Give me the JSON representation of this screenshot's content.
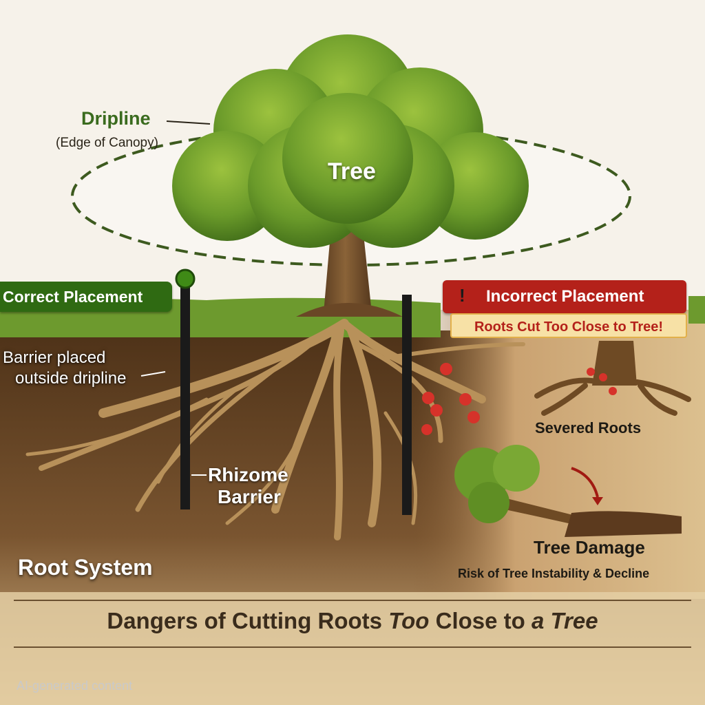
{
  "dripline": {
    "label": "Dripline",
    "sublabel": "(Edge of Canopy)"
  },
  "tree_label": "Tree",
  "correct": {
    "badge": "Correct Placement",
    "note_line1": "Barrier placed",
    "note_line2": "outside dripline"
  },
  "barrier": {
    "line1": "Rhizome",
    "line2": "Barrier"
  },
  "root_system": "Root System",
  "incorrect": {
    "badge": "Incorrect Placement",
    "warning_symbol": "!",
    "subtitle": "Roots Cut Too Close to Tree!"
  },
  "severed_roots": "Severed Roots",
  "tree_damage": {
    "label": "Tree Damage",
    "detail": "Risk of Tree Instability & Decline"
  },
  "title": {
    "part1": "Dangers of Cutting Roots ",
    "part2": "Too",
    "part3": " Close to ",
    "part4": "a Tree"
  },
  "watermark": "AI-generated content",
  "colors": {
    "grass": "#6d9a2e",
    "soil_dark": "#5c3a1e",
    "soil_light": "#d9b98a",
    "canopy": "#5f8e24",
    "correct_green": "#2f6a12",
    "incorrect_red": "#b4211a",
    "dripline_dash": "#3d5a1f"
  }
}
